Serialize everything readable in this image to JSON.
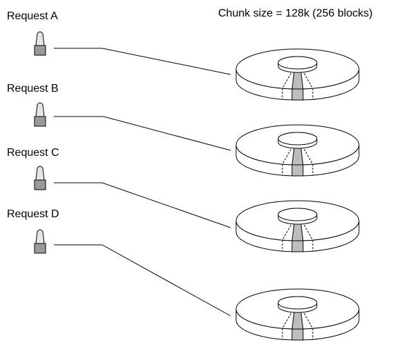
{
  "title": "Chunk size = 128k (256 blocks)",
  "requests": [
    {
      "label": "Request A"
    },
    {
      "label": "Request B"
    },
    {
      "label": "Request C"
    },
    {
      "label": "Request D"
    }
  ],
  "colors": {
    "stroke": "#000000",
    "fill": "#ffffff",
    "chunk": "#bdbdbd",
    "pen_top": "#e6e6e6",
    "pen_bottom": "#9a9a9a"
  }
}
